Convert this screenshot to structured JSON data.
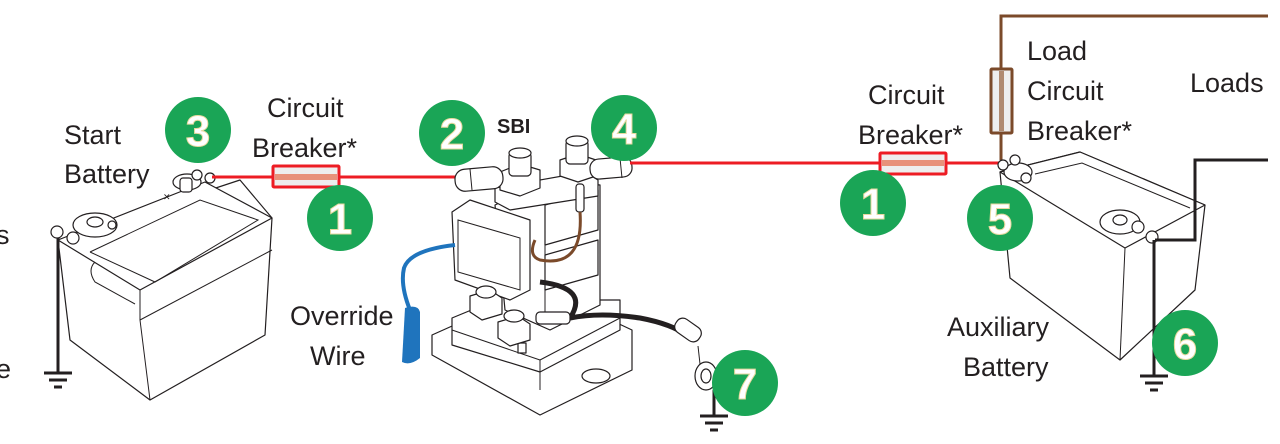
{
  "colors": {
    "badge_green": "#1aa556",
    "positive_wire": "#ed1c24",
    "load_wire": "#7b4a2a",
    "negative_wire": "#231f20",
    "override_wire": "#1f74bd",
    "breaker_fill": "#e8917a"
  },
  "labels": {
    "start_battery_line1": "Start",
    "start_battery_line2": "Battery",
    "circuit_breaker_left_line1": "Circuit",
    "circuit_breaker_left_line2": "Breaker*",
    "sbi": "SBI",
    "override_wire_line1": "Override",
    "override_wire_line2": "Wire",
    "circuit_breaker_right_line1": "Circuit",
    "circuit_breaker_right_line2": "Breaker*",
    "load_breaker_line1": "Load",
    "load_breaker_line2": "Circuit",
    "load_breaker_line3": "Breaker*",
    "loads": "Loads",
    "aux_battery_line1": "Auxiliary",
    "aux_battery_line2": "Battery",
    "cropped_left_1": "s",
    "cropped_left_2": "e"
  },
  "badges": [
    {
      "id": "left-breaker",
      "number": "1"
    },
    {
      "id": "sbi-input",
      "number": "2"
    },
    {
      "id": "start-battery-positive",
      "number": "3"
    },
    {
      "id": "sbi-output",
      "number": "4"
    },
    {
      "id": "right-breaker",
      "number": "1"
    },
    {
      "id": "aux-battery-positive",
      "number": "5"
    },
    {
      "id": "aux-battery-ground",
      "number": "6"
    },
    {
      "id": "sbi-ground",
      "number": "7"
    }
  ]
}
